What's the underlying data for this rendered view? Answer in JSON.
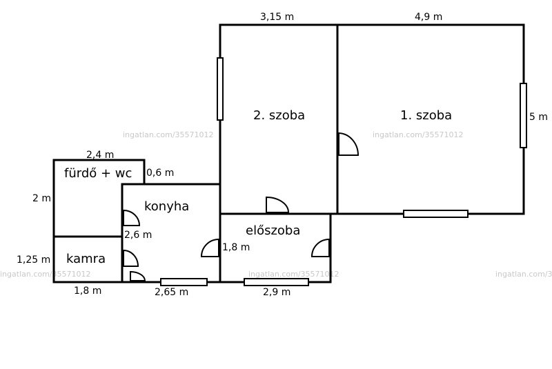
{
  "rooms": {
    "szoba1": "1. szoba",
    "szoba2": "2. szoba",
    "furdo": "fürdő + wc",
    "konyha": "konyha",
    "eloszoba": "előszoba",
    "kamra": "kamra"
  },
  "dimensions": {
    "d315": "3,15 m",
    "d49": "4,9 m",
    "d5": "5 m",
    "d24": "2,4 m",
    "d06": "0,6 m",
    "d2": "2 m",
    "d26": "2,6 m",
    "d18v": "1,8 m",
    "d125": "1,25 m",
    "d18h": "1,8 m",
    "d265": "2,65 m",
    "d29": "2,9 m"
  },
  "watermark": "ingatlan.com/35571012"
}
